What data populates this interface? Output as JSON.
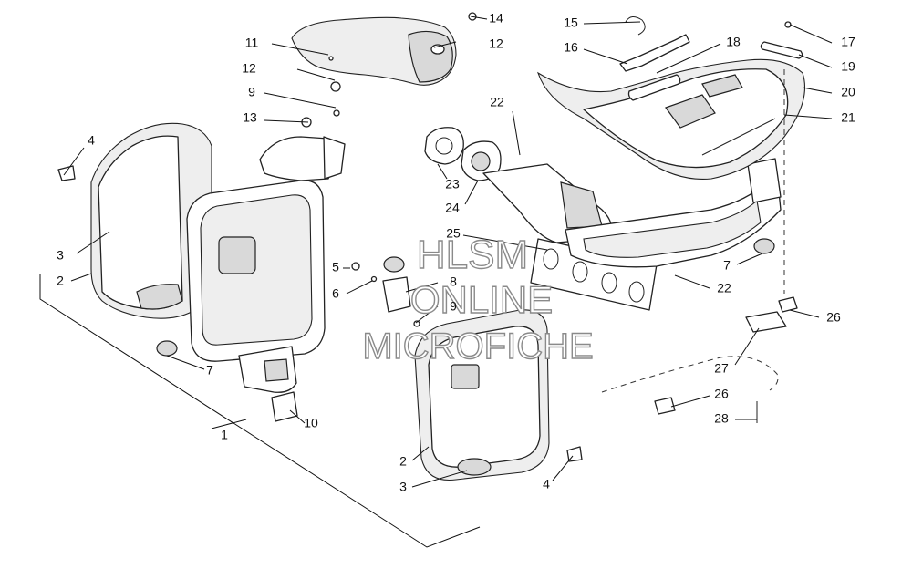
{
  "watermark": {
    "line1": "HLSM",
    "line2": "ONLINE",
    "line3": "MICROFICHE"
  },
  "callouts": {
    "c1": "1",
    "c2a": "2",
    "c2b": "2",
    "c3a": "3",
    "c3b": "3",
    "c4a": "4",
    "c4b": "4",
    "c5": "5",
    "c6": "6",
    "c7a": "7",
    "c7b": "7",
    "c8": "8",
    "c9a": "9",
    "c9b": "9",
    "c10": "10",
    "c11": "11",
    "c12a": "12",
    "c12b": "12",
    "c13": "13",
    "c14": "14",
    "c15": "15",
    "c16": "16",
    "c17": "17",
    "c18": "18",
    "c19": "19",
    "c20": "20",
    "c21": "21",
    "c22a": "22",
    "c22b": "22",
    "c23": "23",
    "c24": "24",
    "c25": "25",
    "c26a": "26",
    "c26b": "26",
    "c27": "27",
    "c28": "28"
  }
}
